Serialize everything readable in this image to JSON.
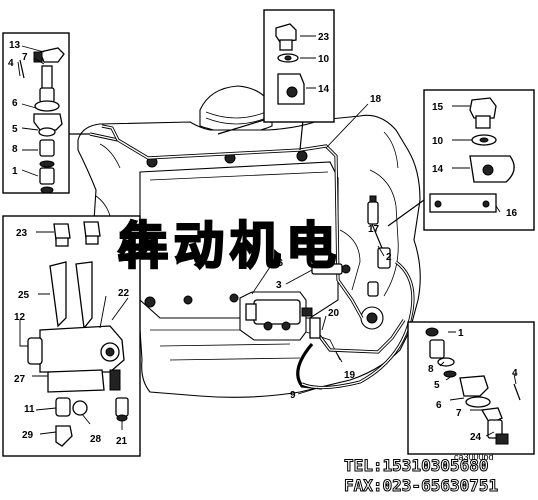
{
  "labels": {
    "c1": "1",
    "c2": "2",
    "c3": "3",
    "c4": "4",
    "c5": "5",
    "c6": "6",
    "c7": "7",
    "c8": "8",
    "c9": "9",
    "c10": "10",
    "c11": "11",
    "c12": "12",
    "c13": "13",
    "c14": "14",
    "c15": "15",
    "c16": "16",
    "c17": "17",
    "c18": "18",
    "c19": "19",
    "c20": "20",
    "c21": "21",
    "c22": "22",
    "c23": "23",
    "c24": "24",
    "c25": "25",
    "c26": "26",
    "c27": "27",
    "c28": "28",
    "c29": "29"
  },
  "drawing_code": "ca3000pd",
  "watermark": "犇动机电",
  "contact": {
    "tel": "TEL:15310305680",
    "fax": "FAX:023-65630751"
  }
}
